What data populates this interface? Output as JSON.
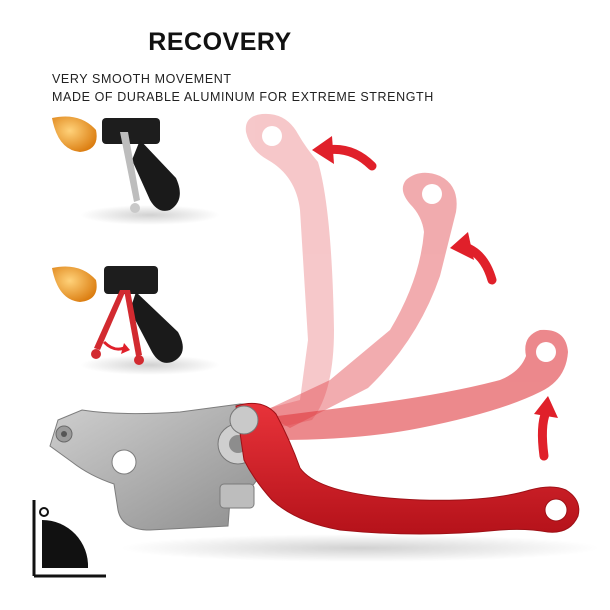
{
  "heading": {
    "title": "RECOVERY",
    "line1": "VERY SMOOTH MOVEMENT",
    "line2": "MADE OF DURABLE ALUMINUM FOR EXTREME STRENGTH"
  },
  "colors": {
    "lever_red": "#d51f26",
    "arrow_red": "#e0202a",
    "bracket_silver": "#a9a9a9",
    "amber": "#f39c12",
    "icon_black": "#111111"
  },
  "icons": {
    "motion_arrows": "curved-arrow-icon",
    "flex_indicator": "quarter-circle-angle-icon"
  }
}
